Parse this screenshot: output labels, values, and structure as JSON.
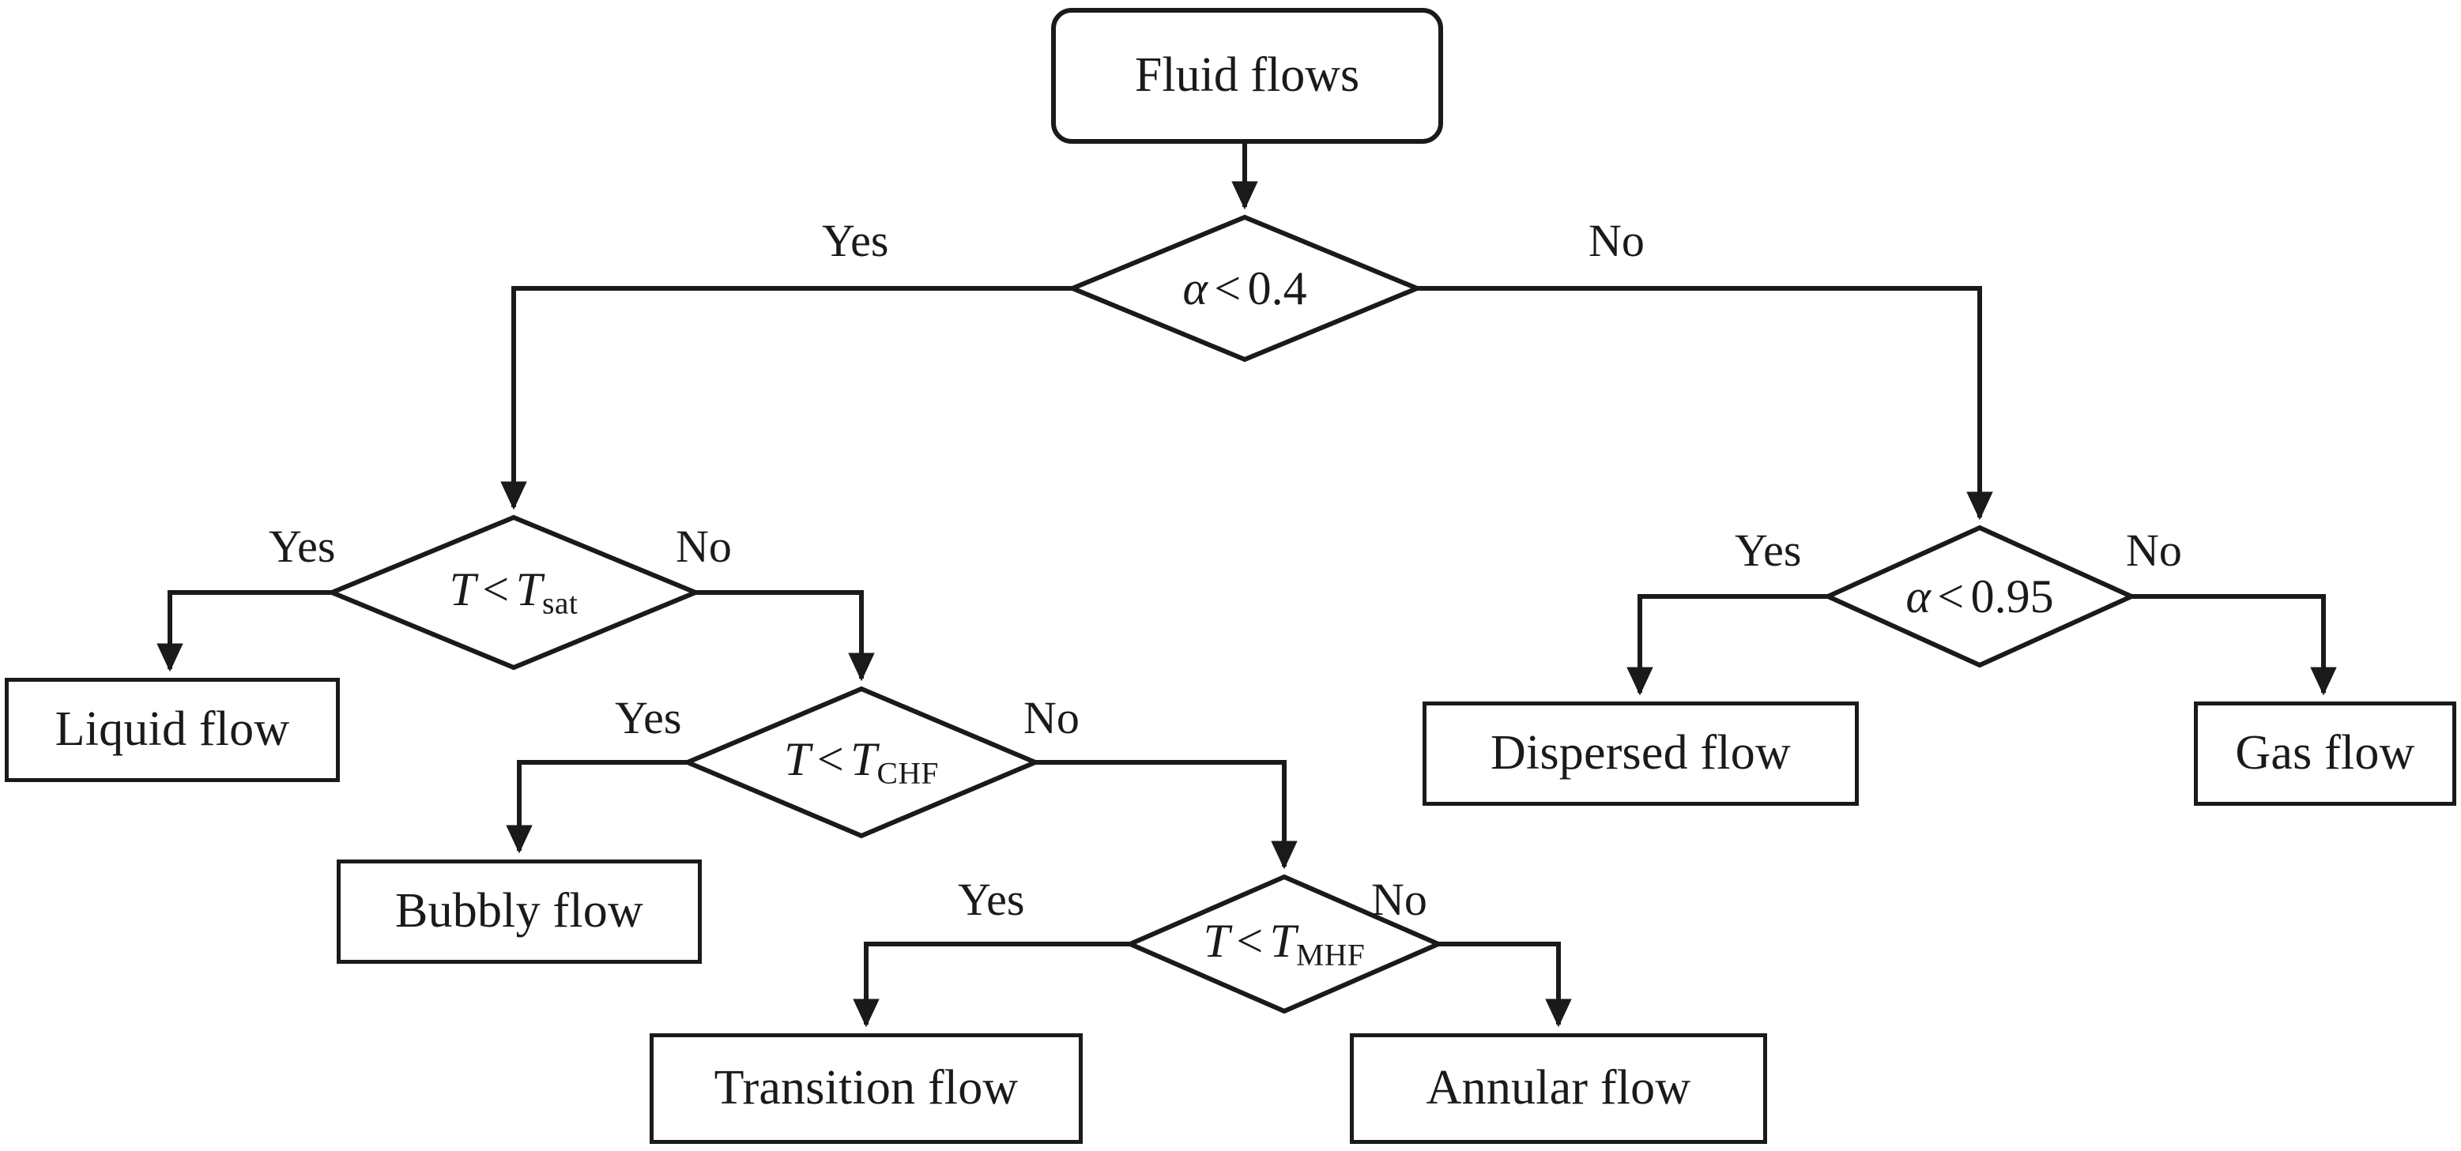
{
  "diagram": {
    "title": "Fluid flow regime decision tree",
    "type": "flowchart",
    "stroke_color": "#1a1a1a",
    "background_color": "#ffffff"
  },
  "root": {
    "label": "Fluid flows"
  },
  "decisions": {
    "alpha_04": {
      "var": "α",
      "op": "<",
      "value": "0.4",
      "yes_label": "Yes",
      "no_label": "No"
    },
    "t_sat": {
      "var": "T",
      "op": "<",
      "rhs_var": "T",
      "rhs_sub": "sat",
      "yes_label": "Yes",
      "no_label": "No"
    },
    "alpha_095": {
      "var": "α",
      "op": "<",
      "value": "0.95",
      "yes_label": "Yes",
      "no_label": "No"
    },
    "t_chf": {
      "var": "T",
      "op": "<",
      "rhs_var": "T",
      "rhs_sub": "CHF",
      "yes_label": "Yes",
      "no_label": "No"
    },
    "t_mhf": {
      "var": "T",
      "op": "<",
      "rhs_var": "T",
      "rhs_sub": "MHF",
      "yes_label": "Yes",
      "no_label": "No"
    }
  },
  "outcomes": {
    "liquid": "Liquid flow",
    "bubbly": "Bubbly flow",
    "transition": "Transition flow",
    "annular": "Annular flow",
    "dispersed": "Dispersed flow",
    "gas": "Gas flow"
  }
}
